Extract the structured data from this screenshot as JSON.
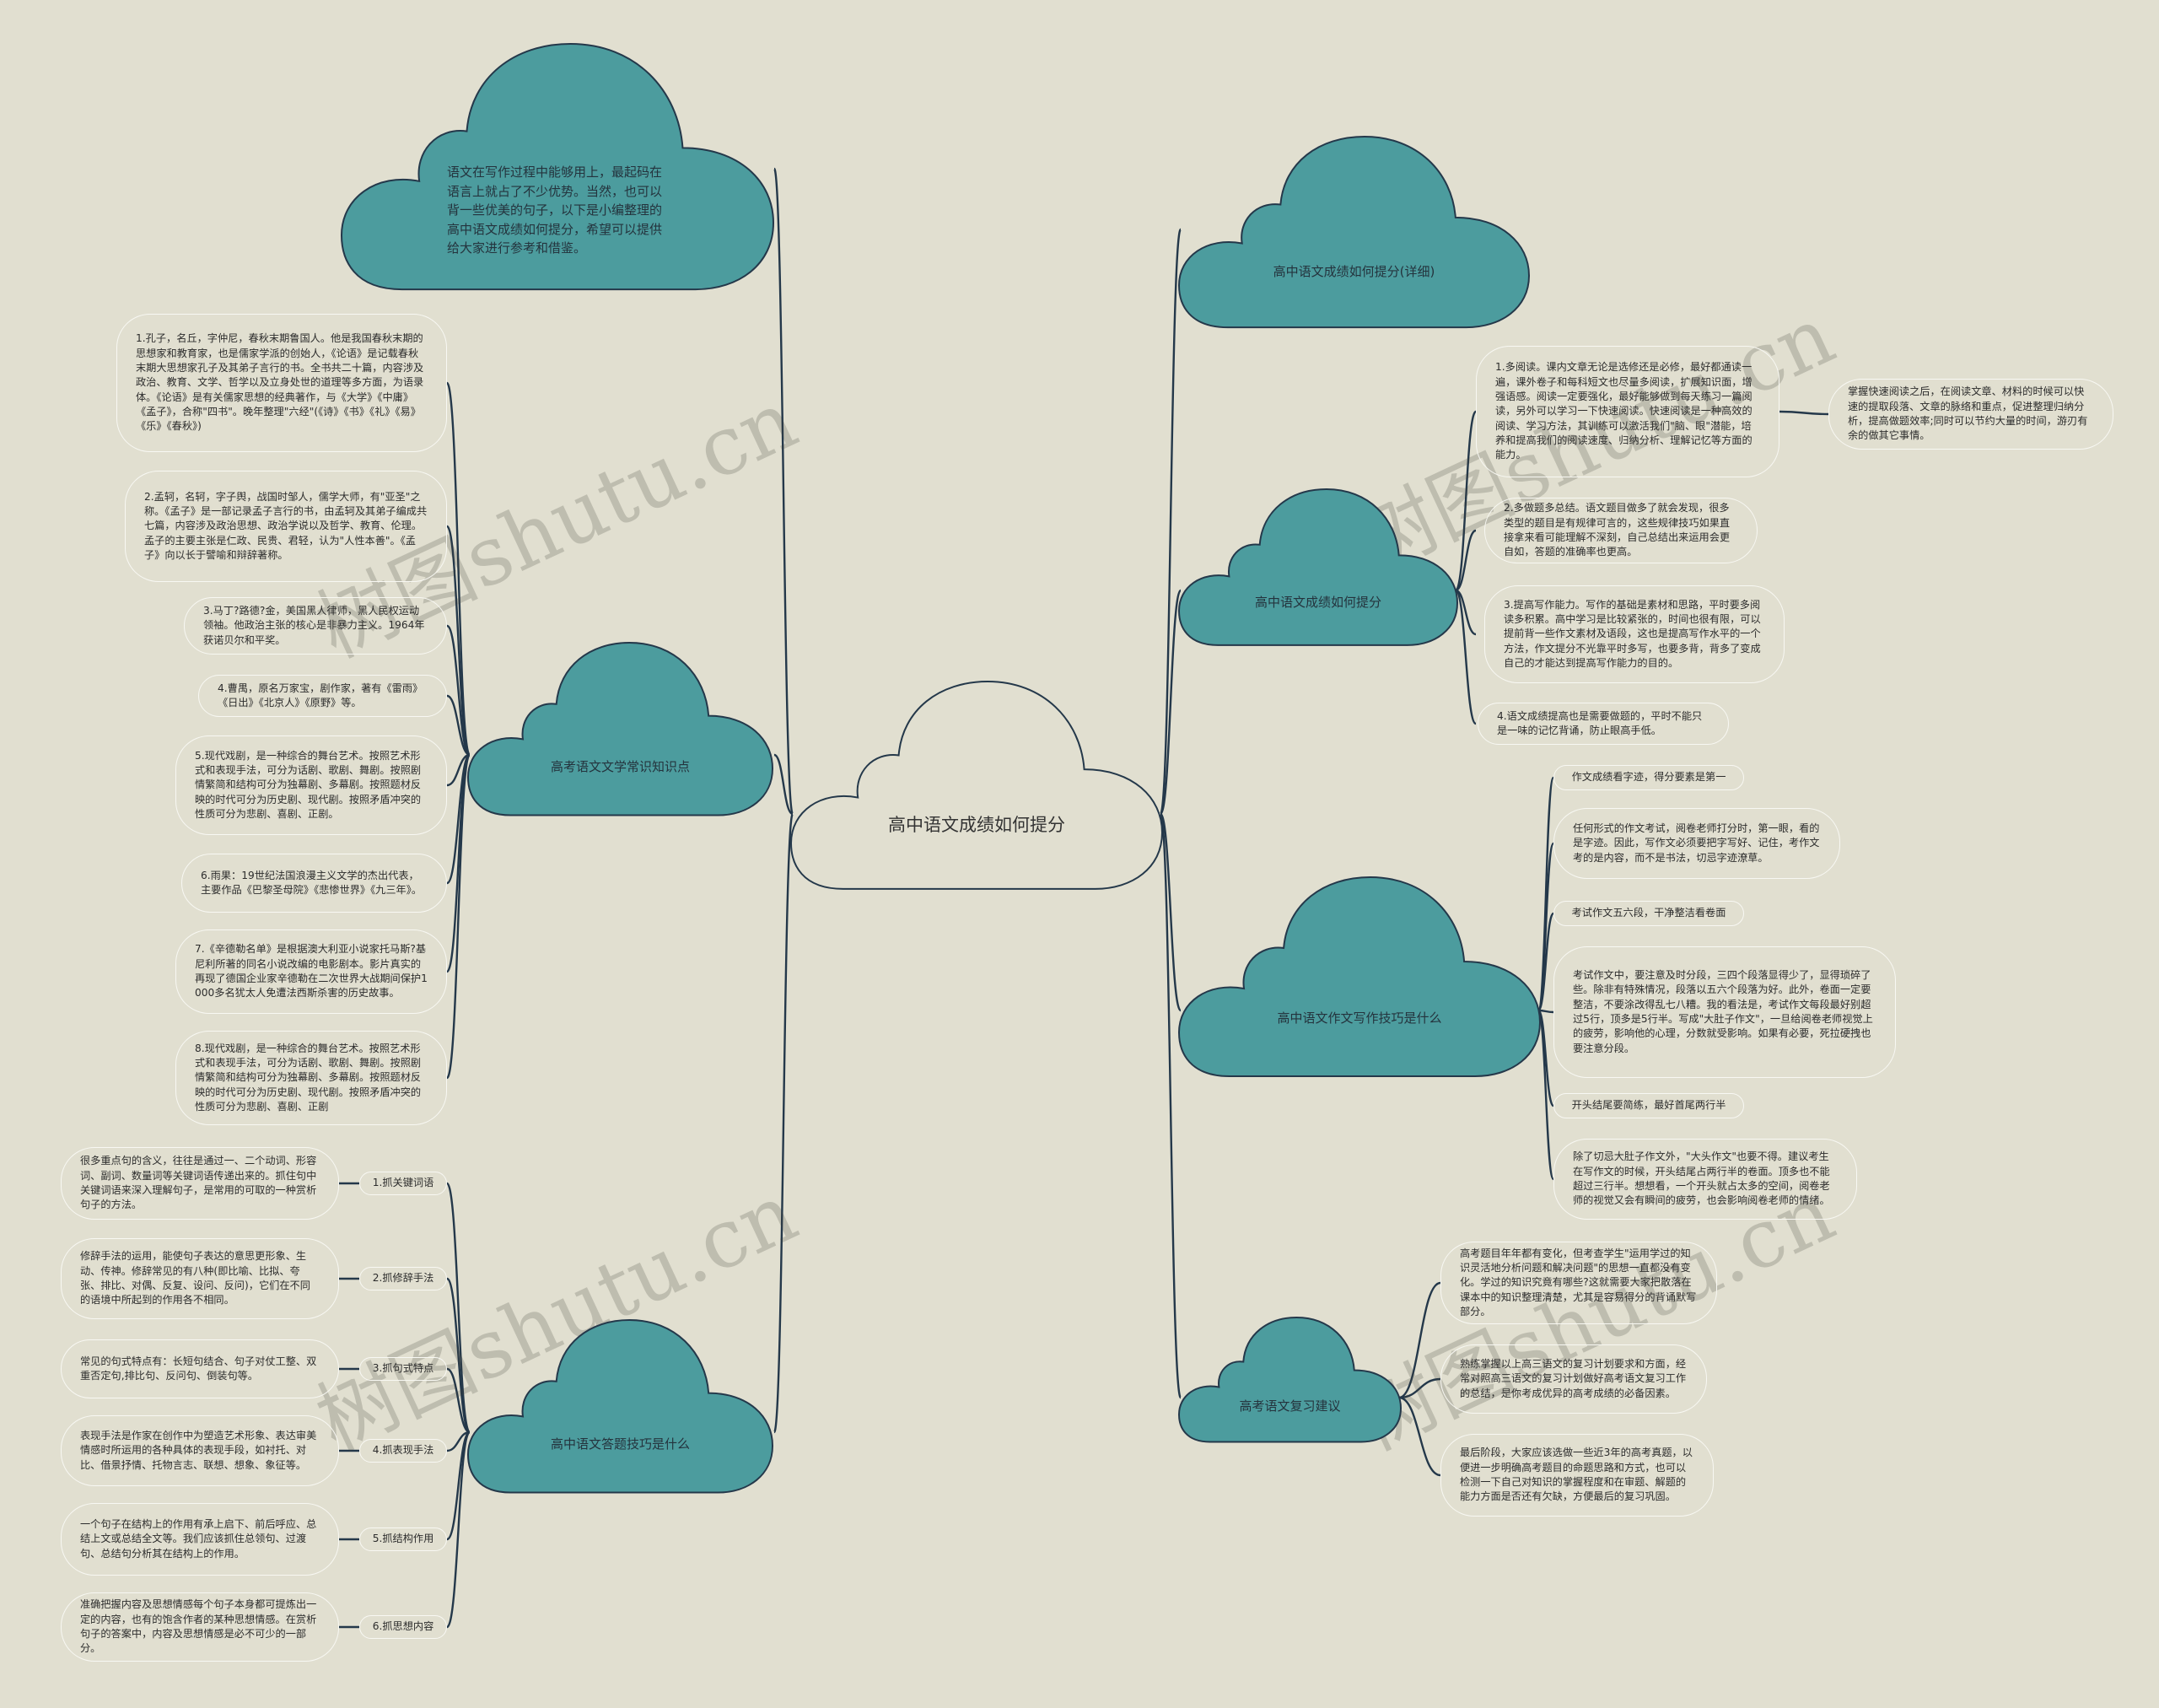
{
  "title": "高中语文成绩如何提分",
  "colors": {
    "background": "#e1dfd0",
    "cloud_fill": "#4c9c9e",
    "cloud_stroke": "#24384a",
    "connector": "#24384a",
    "leaf_border": "#f8f8f3"
  },
  "intro": "语文在写作过程中能够用上，最起码在语言上就占了不少优势。当然，也可以背一些优美的句子，以下是小编整理的高中语文成绩如何提分，希望可以提供给大家进行参考和借鉴。",
  "branches": {
    "literature": {
      "label": "高考语文文学常识知识点",
      "items": [
        "1.孔子，名丘，字仲尼，春秋末期鲁国人。他是我国春秋末期的思想家和教育家，也是儒家学派的创始人，《论语》是记载春秋末期大思想家孔子及其弟子言行的书。全书共二十篇，内容涉及政治、教育、文学、哲学以及立身处世的道理等多方面，为语录体。《论语》是有关儒家思想的经典著作，与《大学》《中庸》《孟子》，合称\"四书\"。晚年整理\"六经\"(《诗》《书》《礼》《易》《乐》《春秋》)",
        "2.孟轲，名轲，字子舆，战国时邹人，儒学大师，有\"亚圣\"之称。《孟子》是一部记录孟子言行的书，由孟轲及其弟子编成共七篇，内容涉及政治思想、政治学说以及哲学、教育、伦理。孟子的主要主张是仁政、民贵、君轻，认为\"人性本善\"。《孟子》向以长于譬喻和辩辞著称。",
        "3.马丁?路德?金，美国黑人律师，黑人民权运动领袖。他政治主张的核心是非暴力主义。1964年获诺贝尔和平奖。",
        "4.曹禺，原名万家宝，剧作家，著有《雷雨》《日出》《北京人》《原野》等。",
        "5.现代戏剧，是一种综合的舞台艺术。按照艺术形式和表现手法，可分为话剧、歌剧、舞剧。按照剧情繁简和结构可分为独幕剧、多幕剧。按照题材反映的时代可分为历史剧、现代剧。按照矛盾冲突的性质可分为悲剧、喜剧、正剧。",
        "6.雨果：19世纪法国浪漫主义文学的杰出代表，主要作品《巴黎圣母院》《悲惨世界》《九三年》。",
        "7.《辛德勒名单》是根据澳大利亚小说家托马斯?基尼利所著的同名小说改编的电影剧本。影片真实的再现了德国企业家辛德勒在二次世界大战期间保护1000多名犹太人免遭法西斯杀害的历史故事。",
        "8.现代戏剧，是一种综合的舞台艺术。按照艺术形式和表现手法，可分为话剧、歌剧、舞剧。按照剧情繁简和结构可分为独幕剧、多幕剧。按照题材反映的时代可分为历史剧、现代剧。按照矛盾冲突的性质可分为悲剧、喜剧、正剧"
      ]
    },
    "answering": {
      "label": "高中语文答题技巧是什么",
      "items": [
        {
          "name": "1.抓关键词语",
          "desc": "很多重点句的含义，往往是通过一、二个动词、形容词、副词、数量词等关键词语传递出来的。抓住句中关键词语来深入理解句子，是常用的可取的一种赏析句子的方法。"
        },
        {
          "name": "2.抓修辞手法",
          "desc": "修辞手法的运用，能使句子表达的意思更形象、生动、传神。修辞常见的有八种(即比喻、比拟、夸张、排比、对偶、反复、设问、反问)，它们在不同的语境中所起到的作用各不相同。"
        },
        {
          "name": "3.抓句式特点",
          "desc": "常见的句式特点有：长短句结合、句子对仗工整、双重否定句,排比句、反问句、倒装句等。"
        },
        {
          "name": "4.抓表现手法",
          "desc": "表现手法是作家在创作中为塑造艺术形象、表达审美情感时所运用的各种具体的表现手段，如衬托、对比、借景抒情、托物言志、联想、想象、象征等。"
        },
        {
          "name": "5.抓结构作用",
          "desc": "一个句子在结构上的作用有承上启下、前后呼应、总结上文或总结全文等。我们应该抓住总领句、过渡句、总结句分析其在结构上的作用。"
        },
        {
          "name": "6.抓思想内容",
          "desc": "准确把握内容及思想情感每个句子本身都可提炼出一定的内容，也有的饱含作者的某种思想情感。在赏析句子的答案中，内容及思想情感是必不可少的一部分。"
        }
      ]
    },
    "detail": {
      "label": "高中语文成绩如何提分(详细)"
    },
    "improve": {
      "label": "高中语文成绩如何提分",
      "items": [
        "1.多阅读。课内文章无论是选修还是必修，最好都通读一遍，课外卷子和每科短文也尽量多阅读，扩展知识面，增强语感。阅读一定要强化，最好能够做到每天练习一篇阅读，另外可以学习一下快速阅读。快速阅读是一种高效的阅读、学习方法，其训练可以激活我们\"脑、眼\"潜能，培养和提高我们的阅读速度、归纳分析、理解记忆等方面的能力。",
        "2.多做题多总结。语文题目做多了就会发现，很多类型的题目是有规律可言的，这些规律技巧如果直接拿来看可能理解不深刻，自己总结出来运用会更自如，答题的准确率也更高。",
        "3.提高写作能力。写作的基础是素材和思路，平时要多阅读多积累。高中学习是比较紧张的，时间也很有限，可以提前背一些作文素材及语段，这也是提高写作水平的一个方法，作文提分不光靠平时多写，也要多背，背多了变成自己的才能达到提高写作能力的目的。",
        "4.语文成绩提高也是需要做题的，平时不能只是一味的记忆背诵，防止眼高手低。"
      ],
      "extra": "掌握快速阅读之后，在阅读文章、材料的时候可以快速的提取段落、文章的脉络和重点，促进整理归纳分析，提高做题效率;同时可以节约大量的时间，游刃有余的做其它事情。"
    },
    "writing": {
      "label": "高中语文作文写作技巧是什么",
      "items": [
        "作文成绩看字迹，得分要素是第一",
        "任何形式的作文考试，阅卷老师打分时，第一眼，看的是字迹。因此，写作文必须要把字写好、记住，考作文考的是内容，而不是书法，切忌字迹潦草。",
        "考试作文五六段，干净整洁看卷面",
        "考试作文中，要注意及时分段，三四个段落显得少了，显得琐碎了些。除非有特殊情况，段落以五六个段落为好。此外，卷面一定要整洁，不要涂改得乱七八糟。我的看法是，考试作文每段最好别超过5行，顶多是5行半。写成\"大肚子作文\"，一旦给阅卷老师视觉上的疲劳，影响他的心理，分数就受影响。如果有必要，死拉硬拽也要注意分段。",
        "开头结尾要简练，最好首尾两行半",
        "除了切忌大肚子作文外，\"大头作文\"也要不得。建议考生在写作文的时候，开头结尾占两行半的卷面。顶多也不能超过三行半。想想看，一个开头就占太多的空间，阅卷老师的视觉又会有瞬间的疲劳，也会影响阅卷老师的情绪。"
      ]
    },
    "review": {
      "label": "高考语文复习建议",
      "items": [
        "高考题目年年都有变化，但考查学生\"运用学过的知识灵活地分析问题和解决问题\"的思想一直都没有变化。学过的知识究竟有哪些?这就需要大家把散落在课本中的知识整理清楚，尤其是容易得分的背诵默写部分。",
        "熟练掌握以上高三语文的复习计划要求和方面，经常对照高三语文的复习计划做好高考语文复习工作的总结，是你考成优异的高考成绩的必备因素。",
        "最后阶段，大家应该选做一些近3年的高考真题，以便进一步明确高考题目的命题思路和方式，也可以检测一下自己对知识的掌握程度和在审题、解题的能力方面是否还有欠缺，方便最后的复习巩固。"
      ]
    }
  },
  "watermark": "树图shutu.cn"
}
